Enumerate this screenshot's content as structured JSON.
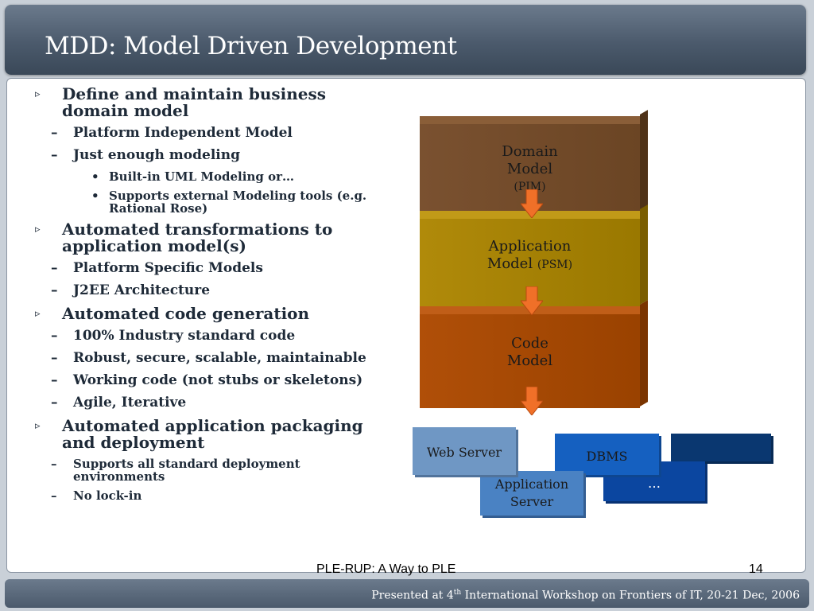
{
  "title": "MDD: Model Driven Development",
  "bullets": {
    "b1": "Define and maintain business domain model",
    "b1_1": "Platform Independent Model",
    "b1_2": "Just enough modeling",
    "b1_2_1": "Built-in UML Modeling or…",
    "b1_2_2": "Supports external Modeling tools (e.g. Rational Rose)",
    "b2": "Automated transformations to application model(s)",
    "b2_1": "Platform Specific Models",
    "b2_2": "J2EE Architecture",
    "b3": "Automated code generation",
    "b3_1": "100% Industry standard code",
    "b3_2": "Robust, secure, scalable, maintainable",
    "b3_3": "Working code (not stubs or skeletons)",
    "b3_4": "Agile,  Iterative",
    "b4": "Automated application packaging and deployment",
    "b4_1": "Supports all standard deployment environments",
    "b4_2": "No lock-in"
  },
  "diagram": {
    "domain_line1": "Domain",
    "domain_line2": "Model",
    "domain_sub": "(PIM)",
    "app_line1": "Application",
    "app_line2": "Model",
    "app_sub": "(PSM)",
    "code_line1": "Code",
    "code_line2": "Model",
    "web_server": "Web Server",
    "dbms": "DBMS",
    "app_server_line1": "Application",
    "app_server_line2": "Server",
    "ellipsis": "…"
  },
  "caption": "PLE-RUP: A  Way  to PLE",
  "slide_number": "14",
  "footer": {
    "prefix": "Presented at 4",
    "sup": "th",
    "suffix": " International Workshop on Frontiers of IT, 20-21 Dec, 2006"
  },
  "colors": {
    "domain": "#6e4726",
    "application": "#a07d04",
    "code": "#a34804",
    "arrow": "#f07028",
    "web_server": "#6f97c4",
    "app_server": "#4a82c3",
    "dbms": "#1560c0",
    "ellipsis_box": "#0b46a0",
    "dark_box": "#0a3770"
  }
}
